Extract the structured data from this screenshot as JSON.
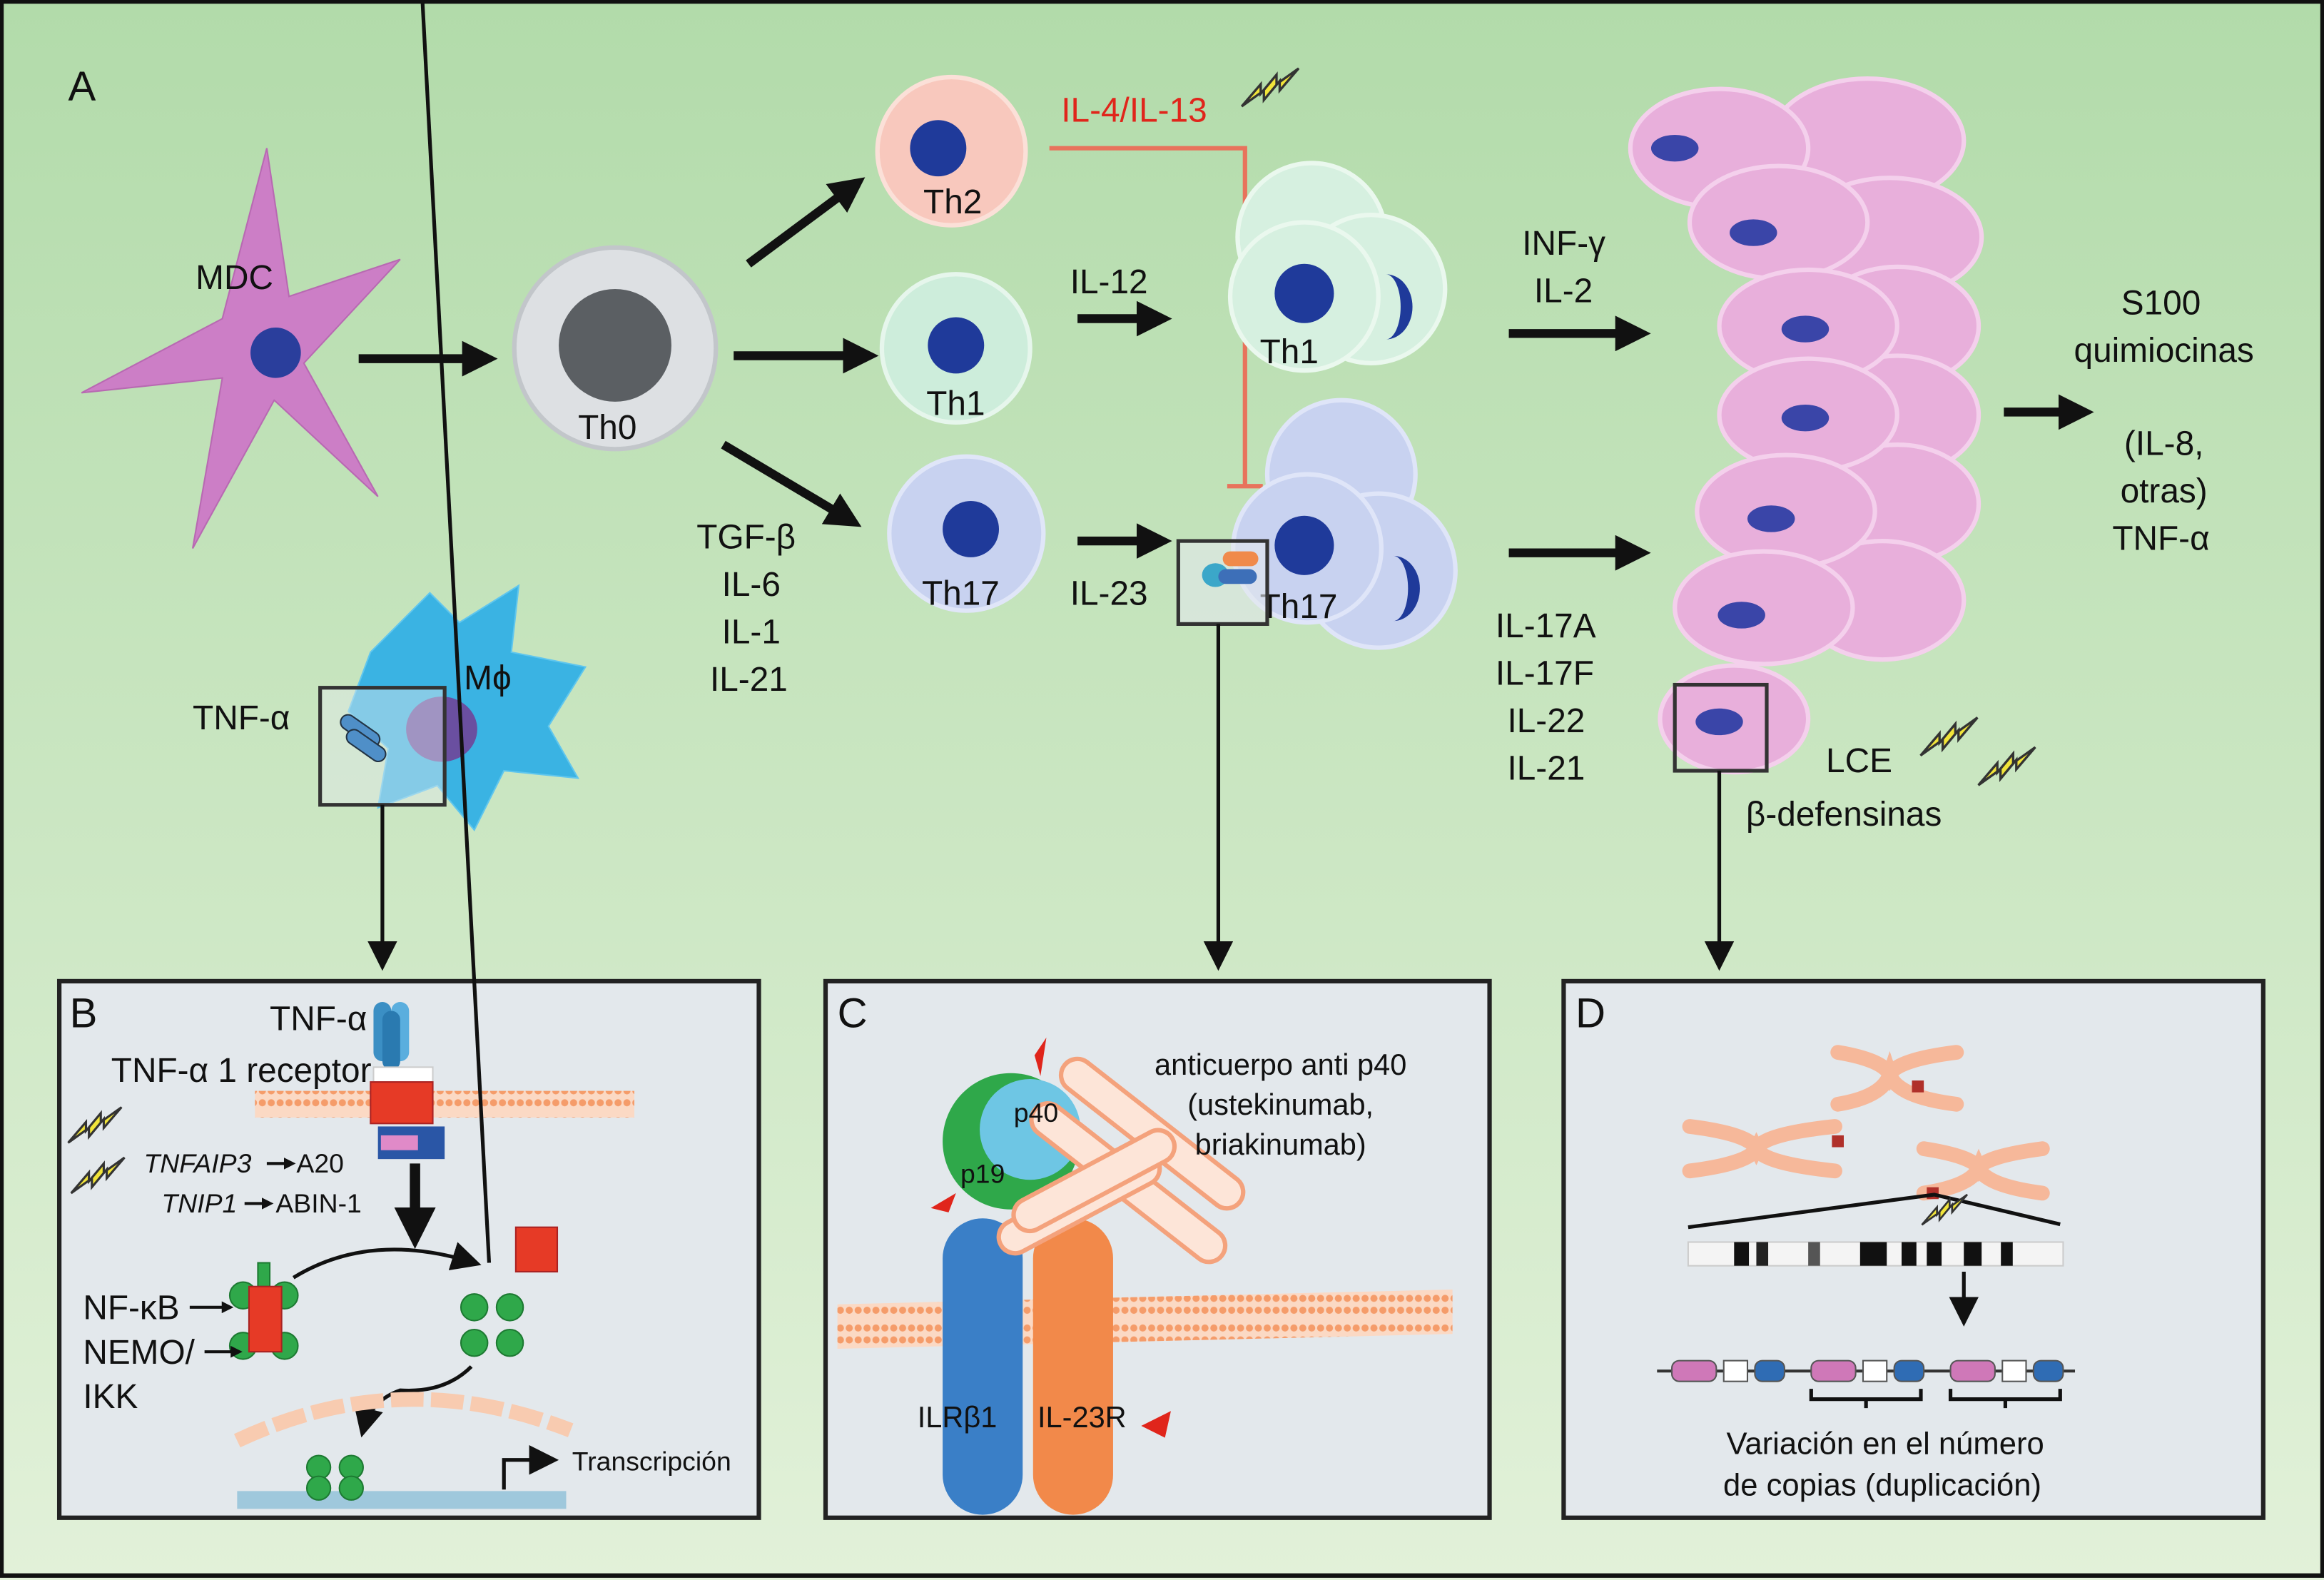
{
  "panel_a": {
    "letter": "A",
    "mdc": "MDC",
    "th0": "Th0",
    "th2": "Th2",
    "th1": "Th1",
    "th17": "Th17",
    "il4_il13": "IL-4/IL-13",
    "il12": "IL-12",
    "il23": "IL-23",
    "th1_cluster": "Th1",
    "th17_cluster": "Th17",
    "th17_inducers": [
      "TGF-β",
      "IL-6",
      "IL-1",
      "IL-21"
    ],
    "th1_cytokines": [
      "INF-γ",
      "IL-2"
    ],
    "th17_cytokines": [
      "IL-17A",
      "IL-17F",
      "IL-22",
      "IL-21"
    ],
    "keratinocyte_products": [
      "S100",
      "quimiocinas",
      "(IL-8,",
      "otras)",
      "TNF-α"
    ],
    "lce": "LCE",
    "defensins": "β-defensinas",
    "macrophage": "Mϕ",
    "tnf_alpha": "TNF-α",
    "colors": {
      "inhibition": "#e8735c",
      "il4_text": "#e0251b"
    }
  },
  "panel_b": {
    "letter": "B",
    "tnf_alpha": "TNF-α",
    "receptor": "TNF-α 1 receptor",
    "gene1": "TNFAIP3",
    "protein1": "A20",
    "gene2": "TNIP1",
    "protein2": "ABIN-1",
    "nfkb": "NF-κB",
    "nemo": "NEMO/",
    "ikk": "IKK",
    "transcription": "Transcripción"
  },
  "panel_c": {
    "letter": "C",
    "antibody": [
      "anticuerpo anti p40",
      "(ustekinumab,",
      "briakinumab)"
    ],
    "p40": "p40",
    "p19": "p19",
    "ilrb1": "ILRβ1",
    "il23r": "IL-23R"
  },
  "panel_d": {
    "letter": "D",
    "caption": [
      "Variación en el número",
      "de copias (duplicación)"
    ]
  }
}
